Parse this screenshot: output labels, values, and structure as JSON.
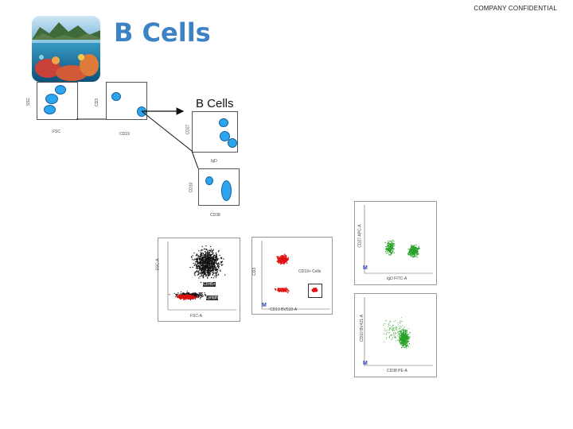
{
  "header": {
    "confidential": "COMPANY CONFIDENTIAL",
    "title": "B Cells"
  },
  "diagram": {
    "gate1": {
      "xlabel": "FSC",
      "ylabel": "SSC"
    },
    "gate2": {
      "xlabel": "CD19",
      "ylabel": "CD3"
    },
    "bcells_label": "B Cells",
    "gate3": {
      "xlabel": "IgD",
      "ylabel": "CD27"
    },
    "gate4": {
      "xlabel": "CD38",
      "ylabel": "CD10"
    }
  },
  "plots": {
    "scatter1": {
      "xlabel": "FSC-A",
      "ylabel": "SSC-A",
      "annotations": [
        "CD45+",
        "Lymph"
      ]
    },
    "scatter2": {
      "xlabel": "CD19 BV510-A",
      "ylabel": "CD3",
      "gate_label": "CD19+ Cells",
      "marker": "M"
    },
    "scatter3": {
      "xlabel": "IgD FITC-A",
      "ylabel": "CD27 APC-A",
      "marker": "M"
    },
    "scatter4": {
      "xlabel": "CD38 PE-A",
      "ylabel": "CD10 BV421-A",
      "marker": "M"
    }
  },
  "colors": {
    "title": "#3d82c4",
    "cell_fill": "#2aa6ee",
    "cell_stroke": "#1a5f9a",
    "dots_black": "#111111",
    "dots_red": "#e01010",
    "dots_green": "#2aa22a"
  }
}
